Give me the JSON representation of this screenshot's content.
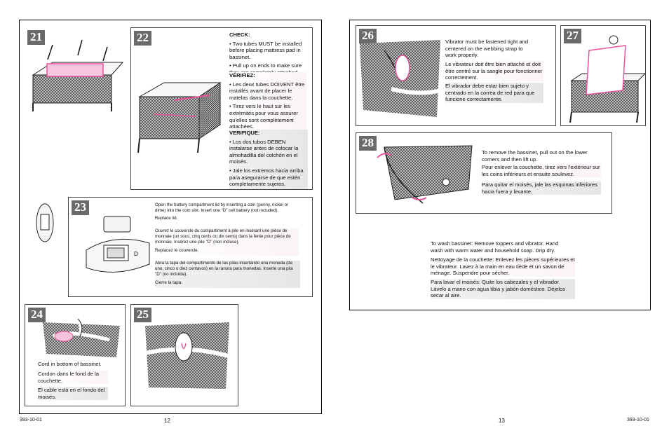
{
  "left_page": {
    "page_number": "12",
    "code": "393-10-01",
    "steps": {
      "s21": {
        "number": "21"
      },
      "s22": {
        "number": "22",
        "check_header": "CHECK:",
        "check_items": [
          "• Two tubes MUST be installed before placing mattress pad in bassinet.",
          "• Pull up on ends to make sure they are completely attached."
        ],
        "fr_header": "VÉRIFIEZ:",
        "fr_items": [
          "• Les deux tubes DOIVENT être installés avant de placer le matelas dans la couchette.",
          "• Tirez vers le haut sur les extrémités pour vous assurer qu'elles sont complètement attachées."
        ],
        "es_header": "VERIFIQUE:",
        "es_items": [
          "• Los dos tubos DEBEN instalarse antes de colocar la almohadilla del colchón en el moisés.",
          "• Jale los extremos hacia arriba para asegurarse de que estén completamente sujetos."
        ]
      },
      "s23": {
        "number": "23",
        "en_1": "Open the battery compartment lid by inserting a coin (penny, nickel or dime) into the coin slot. Insert one \"D\" cell battery (not included).",
        "en_2": "Replace lid.",
        "fr_1": "Ouvrez le couvercle du compartiment à pile en insérant une pièce de monnaie (un sous, cinq cents ou dix cents) dans la fente pour pièce de monnaie. Insérez une pile \"D\" (non incluse).",
        "fr_2": "Replacez le couvercle.",
        "es_1": "Abra la tapa del compartimento de las pilas insertando una moneda (de uno, cinco o diez centavos) en la ranura para monedas. Inserte una pila \"D\" (no incluida).",
        "es_2": "Cierre la tapa.",
        "battery_label": "D"
      },
      "s24": {
        "number": "24",
        "en": "Cord in bottom of bassinet.",
        "fr": "Cordon dans le fond de la couchette.",
        "es": "El cable está en el fondo del moisés."
      },
      "s25": {
        "number": "25"
      }
    }
  },
  "right_page": {
    "page_number": "13",
    "code": "393-10-01",
    "steps": {
      "s26": {
        "number": "26",
        "en": "Vibrator must be fastened tight and centered on the webbing strap to work properly.",
        "fr": "Le vibrateur doit être bien attaché et doit être centré sur la sangle pour fonctionner correctement.",
        "es": "El vibrador debe estar bien sujeto y centrado en la correa de red para que funcione correctamente."
      },
      "s27": {
        "number": "27"
      },
      "s28": {
        "number": "28",
        "en": "To remove the bassinet, pull out on the lower corners and then lift up.",
        "fr": "Pour enlever la couchette, tirez vers l'extérieur sur les coins inférieurs et ensuite soulevez.",
        "es": "Para quitar el moisés, jale las esquinas inferiores hacia fuera y levante."
      },
      "wash": {
        "en": "To wash bassinet: Remove toppers and vibrator. Hand wash with warm water and household soap. Drip dry.",
        "fr": "Nettoyage de la couchette: Enlevez les pièces supérieures et le vibrateur. Lavez à la main en eau tiède et un savon de ménage. Suspendre pour sécher.",
        "es": "Para lavar el moisés: Quite los cabezales y el vibrador. Lávelo a mano con agua tibia y jabón doméstico. Déjelos secar al aire."
      }
    }
  },
  "colors": {
    "accent_pink": "#e8539a",
    "number_badge": "#6a6a6a",
    "mesh": "#555555"
  }
}
